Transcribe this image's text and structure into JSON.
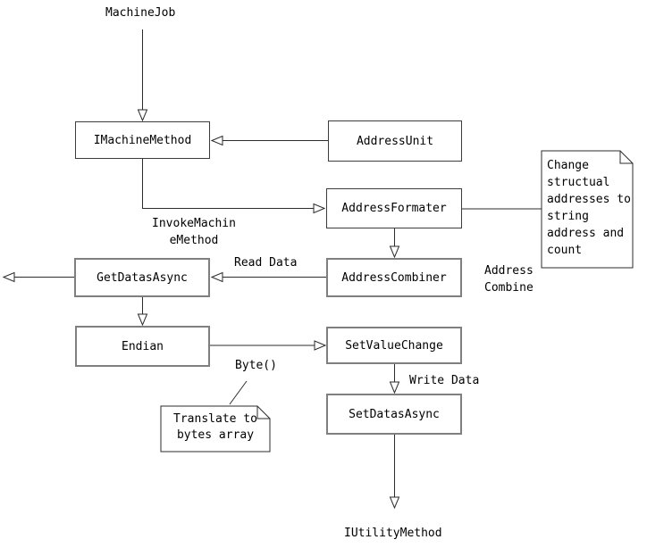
{
  "diagram": {
    "endpoints": {
      "top": "MachineJob",
      "bottom": "IUtilityMethod"
    },
    "nodes": {
      "imachine_method": "IMachineMethod",
      "address_unit": "AddressUnit",
      "address_formater": "AddressFormater",
      "address_combiner": "AddressCombiner",
      "get_datas_async": "GetDatasAsync",
      "endian": "Endian",
      "set_value_change": "SetValueChange",
      "set_datas_async": "SetDatasAsync"
    },
    "edge_labels": {
      "invoke_machine_method": "InvokeMachin\neMethod",
      "read_data": "Read Data",
      "address_combine": "Address\nCombine",
      "byte": "Byte()",
      "write_data": "Write Data"
    },
    "notes": {
      "change_structual": "Change\nstructual\naddresses to\nstring\naddress and\ncount",
      "translate_bytes": "Translate to\nbytes array"
    },
    "colors": {
      "line": "#2b2b2b",
      "box_border": "#3c3c3c",
      "thick_box_border": "#7f7f7f",
      "background": "#ffffff",
      "text": "#000000"
    }
  }
}
